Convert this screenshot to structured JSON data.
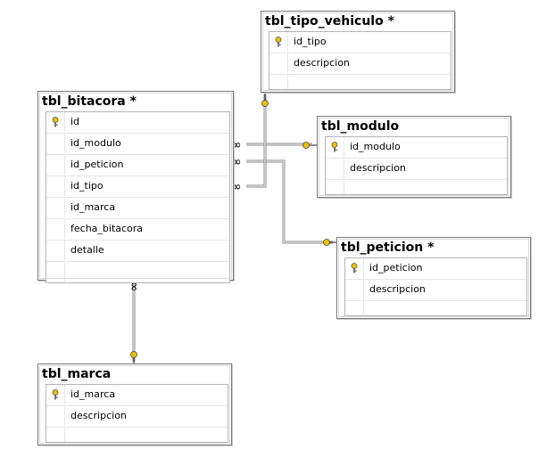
{
  "tables": {
    "bitacora": {
      "name": "tbl_bitacora *",
      "columns": [
        "id",
        "id_modulo",
        "id_peticion",
        "id_tipo",
        "id_marca",
        "fecha_bitacora",
        "detalle"
      ]
    },
    "tipo_vehiculo": {
      "name": "tbl_tipo_vehiculo *",
      "columns": [
        "id_tipo",
        "descripcion"
      ]
    },
    "modulo": {
      "name": "tbl_modulo",
      "columns": [
        "id_modulo",
        "descripcion"
      ]
    },
    "peticion": {
      "name": "tbl_peticion *",
      "columns": [
        "id_peticion",
        "descripcion"
      ]
    },
    "marca": {
      "name": "tbl_marca",
      "columns": [
        "id_marca",
        "descripcion"
      ]
    }
  },
  "colors": {
    "key_icon": "#e8c200",
    "connector": "#8a8a8a",
    "border": "#7a7a7a"
  },
  "icons": {
    "primary_key": "key-icon",
    "many_end": "infinity-icon",
    "one_end": "key-end-icon"
  }
}
